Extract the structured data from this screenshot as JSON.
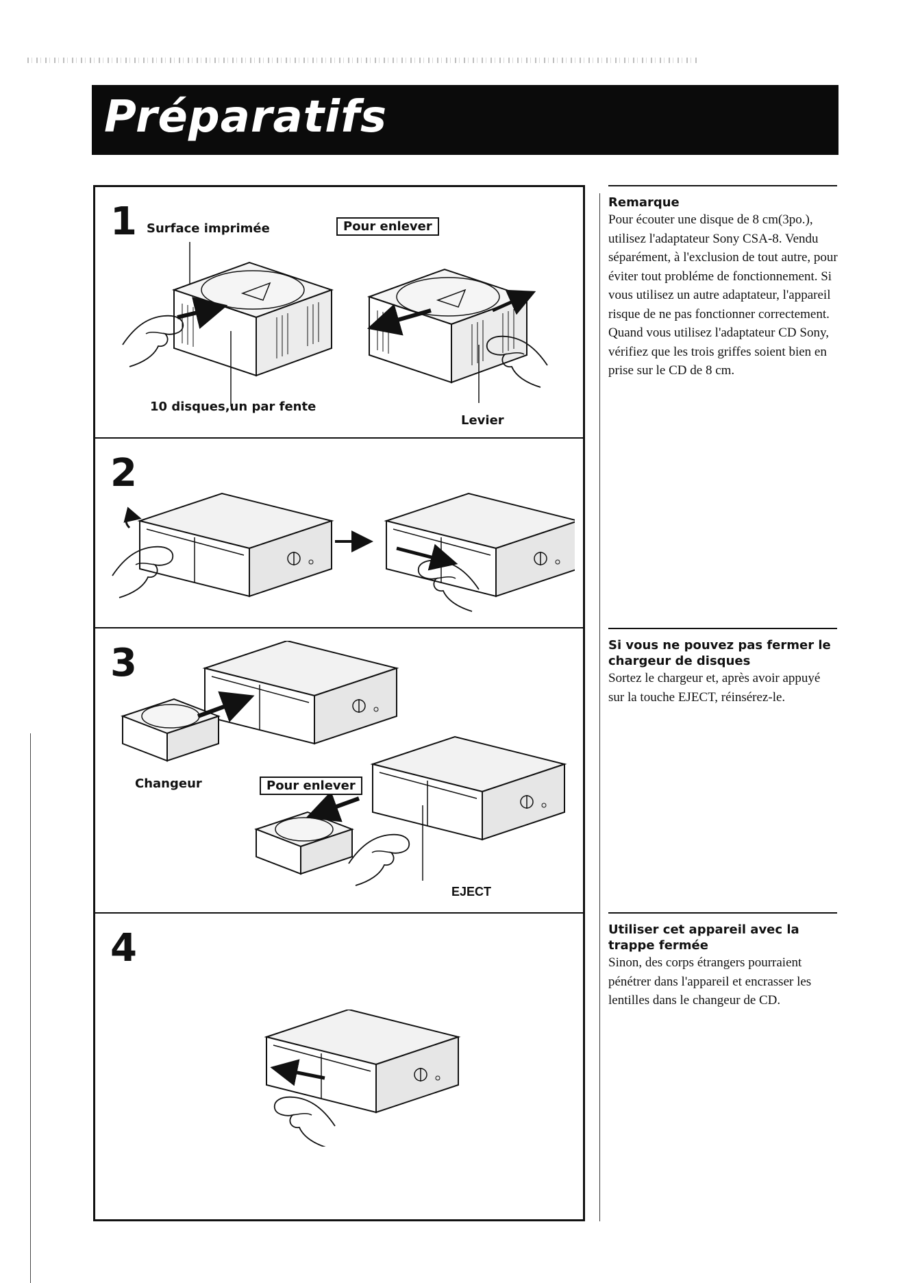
{
  "header": {
    "title": "Préparatifs"
  },
  "steps": [
    {
      "number": "1",
      "labels": {
        "printed_surface": "Surface imprimée",
        "remove": "Pour enlever",
        "discs": "10 disques,un par fente",
        "lever": "Levier"
      }
    },
    {
      "number": "2"
    },
    {
      "number": "3",
      "labels": {
        "changer": "Changeur",
        "remove": "Pour enlever",
        "eject": "EJECT"
      }
    },
    {
      "number": "4"
    }
  ],
  "notes": [
    {
      "heading": "Remarque",
      "body": "Pour écouter une disque de 8 cm(3po.), utilisez l'adaptateur Sony CSA-8. Vendu séparément, à l'exclusion de tout autre, pour éviter tout probléme de fonctionnement. Si vous utilisez un autre adaptateur, l'appareil risque de ne pas fonctionner correctement. Quand vous utilisez l'adaptateur CD Sony, vérifiez que les trois griffes soient bien en prise sur le CD de 8 cm."
    },
    {
      "heading": "Si vous ne pouvez pas fermer le chargeur de disques",
      "body": "Sortez le chargeur et, après avoir appuyé sur la touche EJECT, réinsérez-le."
    },
    {
      "heading": "Utiliser cet appareil avec la trappe fermée",
      "body": "Sinon, des corps étrangers pourraient pénétrer dans l'appareil et encrasser les lentilles dans le changeur de CD."
    }
  ]
}
